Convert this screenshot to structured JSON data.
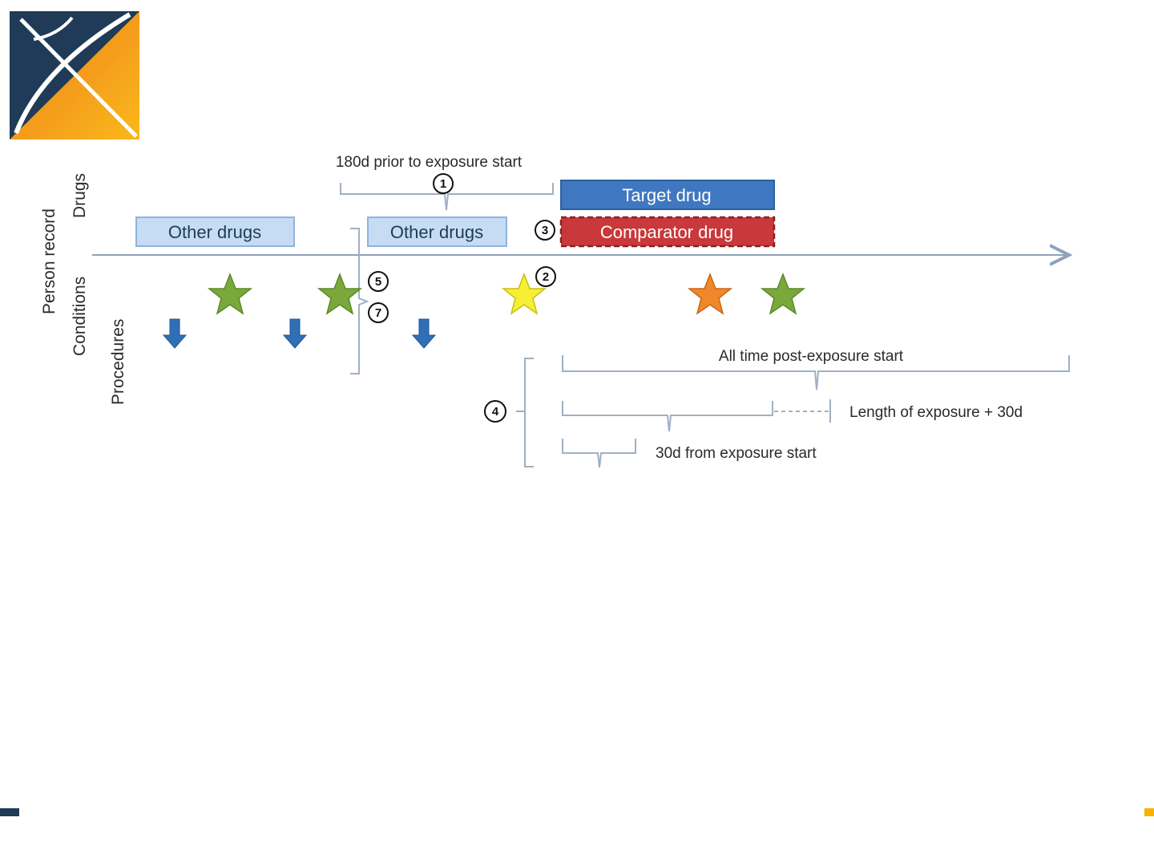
{
  "rows": {
    "person_record": "Person record",
    "drugs": "Drugs",
    "conditions": "Conditions",
    "procedures": "Procedures"
  },
  "boxes": {
    "other_drugs_1": "Other drugs",
    "other_drugs_2": "Other drugs",
    "target_drug": "Target drug",
    "comparator_drug": "Comparator drug"
  },
  "windows": {
    "prior": "180d prior to exposure start",
    "all_time": "All time post-exposure start",
    "length_exposure": "Length of exposure + 30d",
    "thirty_days": "30d from exposure start"
  },
  "markers": {
    "m1": "1",
    "m2": "2",
    "m3": "3",
    "m4": "4",
    "m5": "5",
    "m7": "7"
  },
  "colors": {
    "target": "#3f78c1",
    "comparator": "#c9383a",
    "other": "#c6dcf5",
    "star_green": "#7aa83a",
    "star_yellow": "#f6ef34",
    "star_orange": "#f0882a",
    "arrow": "#2f6fb6"
  }
}
